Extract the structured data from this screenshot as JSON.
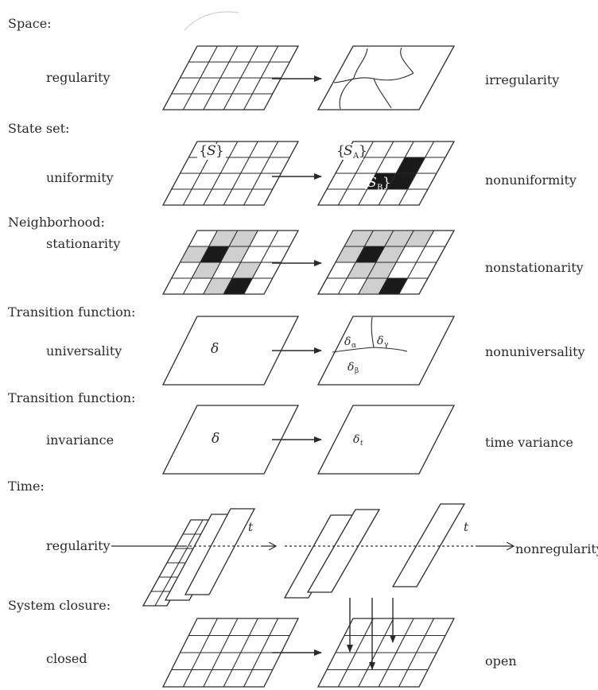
{
  "rows": [
    {
      "header": "Space:",
      "left": "regularity",
      "right": "irregularity"
    },
    {
      "header": "State set:",
      "left": "uniformity",
      "right": "nonuniformity",
      "symbols": {
        "state": "S",
        "state_a": "S",
        "state_a_sub": "A",
        "state_b": "S",
        "state_b_sub": "B"
      }
    },
    {
      "header": "Neighborhood:",
      "left": "stationarity",
      "right": "nonstationarity"
    },
    {
      "header": "Transition function:",
      "left": "universality",
      "right": "nonuniversality",
      "symbols": {
        "delta": "δ",
        "delta_alpha": "δ",
        "alpha": "α",
        "delta_gamma": "δ",
        "gamma": "γ",
        "delta_beta": "δ",
        "beta": "β"
      }
    },
    {
      "header": "Transition function:",
      "left": "invariance",
      "right": "time variance",
      "symbols": {
        "delta": "δ",
        "delta_t": "δ",
        "t": "t"
      }
    },
    {
      "header": "Time:",
      "left": "regularity",
      "right": "nonregularity",
      "symbols": {
        "axis": "t"
      }
    },
    {
      "header": "System closure:",
      "left": "closed",
      "right": "open"
    }
  ],
  "colors": {
    "line": "#2a2a2a",
    "dotted_fill": "#cfcfcf",
    "solid_fill": "#1a1a1a"
  }
}
